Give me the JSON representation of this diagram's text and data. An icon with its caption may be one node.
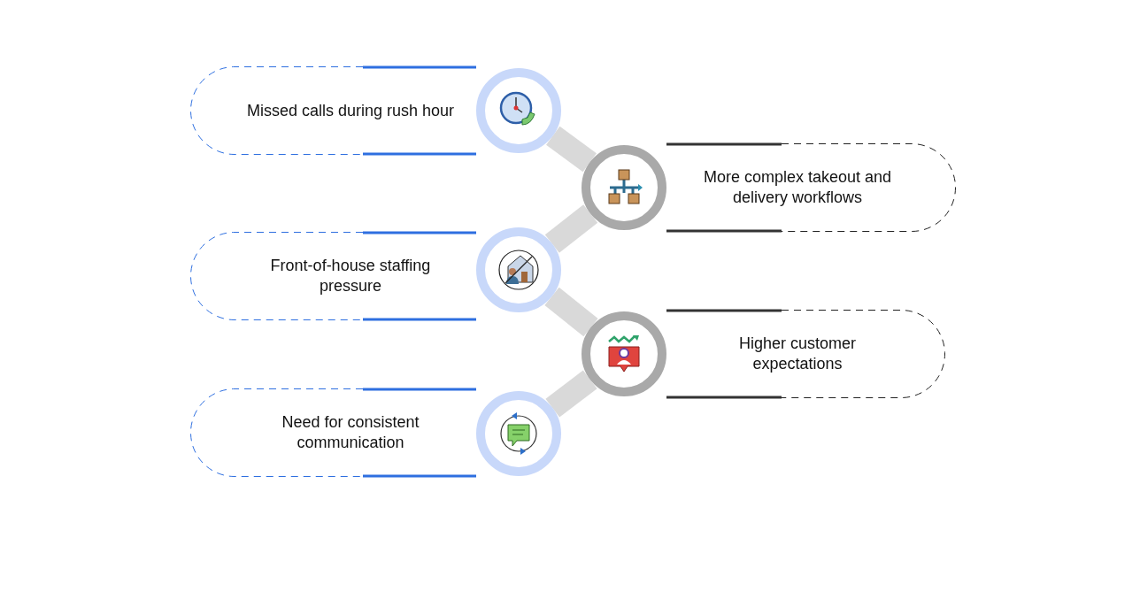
{
  "diagram": {
    "nodes": [
      {
        "text": [
          "Missed calls during rush hour"
        ]
      },
      {
        "text": [],
        "shape": "circle"
      },
      {
        "text": [],
        "shape": "circle"
      },
      {
        "text": [
          "More complex takeout and delivery workflows"
        ]
      },
      {
        "text": [
          "Front-of-house staffing pressure"
        ]
      },
      {
        "text": [],
        "shape": "circle"
      },
      {
        "text": [],
        "shape": "circle"
      },
      {
        "text": [
          "Higher customer expectations"
        ]
      },
      {
        "text": [
          "Need for consistent communication"
        ]
      },
      {
        "text": [],
        "shape": "circle"
      }
    ],
    "edges": [
      {
        "from": 1,
        "to": 2,
        "arrow": "none"
      },
      {
        "from": 2,
        "to": 5,
        "arrow": "none"
      },
      {
        "from": 5,
        "to": 6,
        "arrow": "none"
      },
      {
        "from": 6,
        "to": 9,
        "arrow": "none"
      }
    ]
  }
}
